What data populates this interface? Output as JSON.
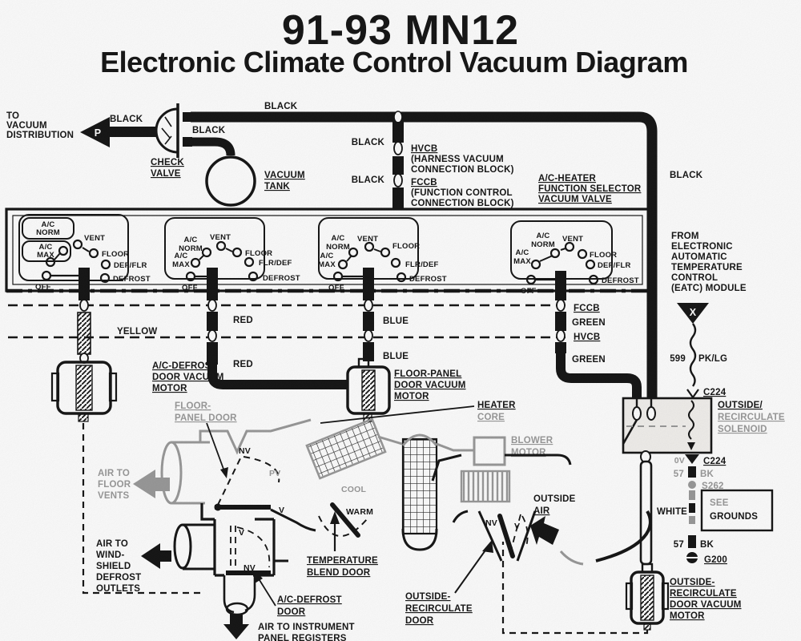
{
  "title": {
    "main": "91-93 MN12",
    "sub": "Electronic Climate Control Vacuum Diagram"
  },
  "supply": {
    "to_vacuum_distribution": [
      "TO",
      "VACUUM",
      "DISTRIBUTION"
    ],
    "p": "P",
    "black": "BLACK",
    "check_valve": [
      "CHECK",
      "VALVE"
    ],
    "vacuum_tank": [
      "VACUUM",
      "TANK"
    ],
    "hvcb_block": [
      "HVCB",
      "(HARNESS VACUUM",
      "CONNECTION BLOCK)"
    ],
    "fccb_block": [
      "FCCB",
      "(FUNCTION CONTROL",
      "CONNECTION BLOCK)"
    ],
    "selector_title": [
      "A/C-HEATER",
      "FUNCTION SELECTOR",
      "VACUUM VALVE"
    ]
  },
  "selector": {
    "clusters": [
      {
        "ac_norm": [
          "A/C",
          "NORM"
        ],
        "ac_max": [
          "A/C",
          "MAX"
        ],
        "vent": "VENT",
        "floor": "FLOOR",
        "mid": "DEF/FLR",
        "defrost": "DEFROST",
        "off": "OFF"
      },
      {
        "ac_norm": [
          "A/C",
          "NORM"
        ],
        "ac_max": [
          "A/C",
          "MAX"
        ],
        "vent": "VENT",
        "floor": "FLOOR",
        "mid": "FLR/DEF",
        "defrost": "DEFROST",
        "off": "OFF"
      },
      {
        "ac_norm": [
          "A/C",
          "NORM"
        ],
        "ac_max": [
          "A/C",
          "MAX"
        ],
        "vent": "VENT",
        "floor": "FLOOR",
        "mid": "FLR/DEF",
        "defrost": "DEFROST",
        "off": "OFF"
      },
      {
        "ac_norm": [
          "A/C",
          "NORM"
        ],
        "ac_max": [
          "A/C",
          "MAX"
        ],
        "vent": "VENT",
        "floor": "FLOOR",
        "mid": "DEF/FLR",
        "defrost": "DEFROST",
        "off": "OFF"
      }
    ]
  },
  "harness": {
    "fccb": "FCCB",
    "hvcb": "HVCB",
    "green": "GREEN",
    "yellow": "YELLOW",
    "red": "RED",
    "blue": "BLUE",
    "white": "WHITE"
  },
  "eatc": {
    "module": [
      "FROM",
      "ELECTRONIC",
      "AUTOMATIC",
      "TEMPERATURE",
      "CONTROL",
      "(EATC) MODULE"
    ],
    "x": "X",
    "wire_num": "599",
    "wire_color": "PK/LG",
    "c224": "C224",
    "volts": "0V",
    "n57": "57",
    "bk": "BK",
    "s262": "S262",
    "see_grounds": [
      "SEE",
      "GROUNDS"
    ],
    "g200": "G200"
  },
  "motors": {
    "ac_defrost": [
      "A/C-DEFROST",
      "DOOR VACUUM",
      "MOTOR"
    ],
    "floor_panel": [
      "FLOOR-PANEL",
      "DOOR VACUUM",
      "MOTOR"
    ],
    "outside_recirc": [
      "OUTSIDE-",
      "RECIRCULATE",
      "DOOR VACUUM",
      "MOTOR"
    ],
    "solenoid": [
      "OUTSIDE/",
      "RECIRCULATE",
      "SOLENOID"
    ]
  },
  "plenum": {
    "floor_panel_door": [
      "FLOOR-",
      "PANEL DOOR"
    ],
    "heater_core": [
      "HEATER",
      "CORE"
    ],
    "blower_motor": [
      "BLOWER",
      "MOTOR"
    ],
    "air_to_floor": [
      "AIR TO",
      "FLOOR",
      "VENTS"
    ],
    "air_to_windshield": [
      "AIR TO",
      "WIND-",
      "SHIELD",
      "DEFROST",
      "OUTLETS"
    ],
    "air_to_panel": [
      "AIR TO INSTRUMENT",
      "PANEL REGISTERS"
    ],
    "temp_blend_door": [
      "TEMPERATURE",
      "BLEND DOOR"
    ],
    "ac_defrost_door": [
      "A/C-DEFROST",
      "DOOR"
    ],
    "outside_recirc_door": [
      "OUTSIDE-",
      "RECIRCULATE",
      "DOOR"
    ],
    "outside_air": [
      "OUTSIDE",
      "AIR"
    ],
    "cool": "COOL",
    "warm": "WARM",
    "nv": "NV",
    "pv": "PV",
    "v": "V"
  },
  "colors": {
    "ink": "#181818",
    "gray": "#9b9b9b",
    "paper": "#ffffff"
  }
}
